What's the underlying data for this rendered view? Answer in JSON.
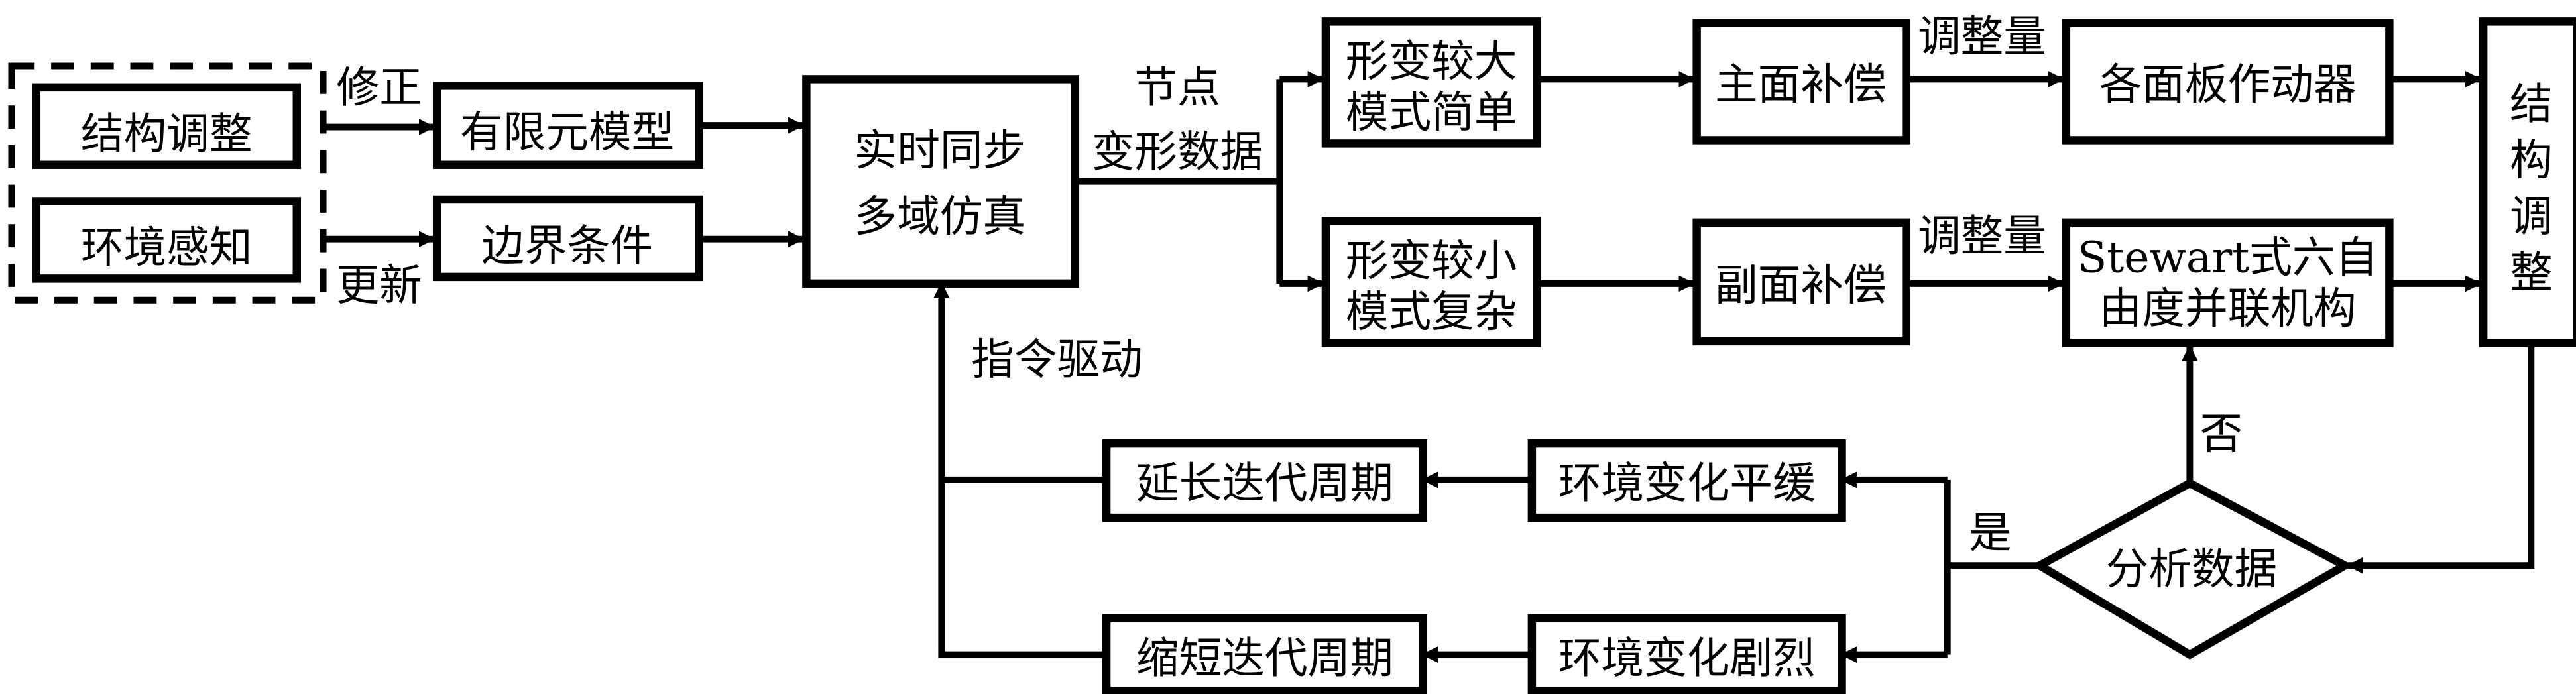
{
  "nodes": {
    "structure_adjust_left": "结构调整",
    "env_perception": "环境感知",
    "fem_model": "有限元模型",
    "boundary_cond": "边界条件",
    "sim_line1": "实时同步",
    "sim_line2": "多域仿真",
    "large_def_line1": "形变较大",
    "large_def_line2": "模式简单",
    "small_def_line1": "形变较小",
    "small_def_line2": "模式复杂",
    "main_comp": "主面补偿",
    "sub_comp": "副面补偿",
    "actuators": "各面板作动器",
    "stewart_line1": "Stewart式六自",
    "stewart_line2": "由度并联机构",
    "structure_adjust_right": [
      "结",
      "构",
      "调",
      "整"
    ],
    "analyze": "分析数据",
    "env_gentle": "环境变化平缓",
    "env_severe": "环境变化剧烈",
    "extend_period": "延长迭代周期",
    "shorten_period": "缩短迭代周期"
  },
  "labels": {
    "correct": "修正",
    "update": "更新",
    "node_def_line1": "节点",
    "node_def_line2": "变形数据",
    "adjust_amount_top": "调整量",
    "adjust_amount_bottom": "调整量",
    "cmd_drive": "指令驱动",
    "yes": "是",
    "no": "否"
  },
  "colors": {
    "stroke": "#000000",
    "background": "#ffffff"
  }
}
